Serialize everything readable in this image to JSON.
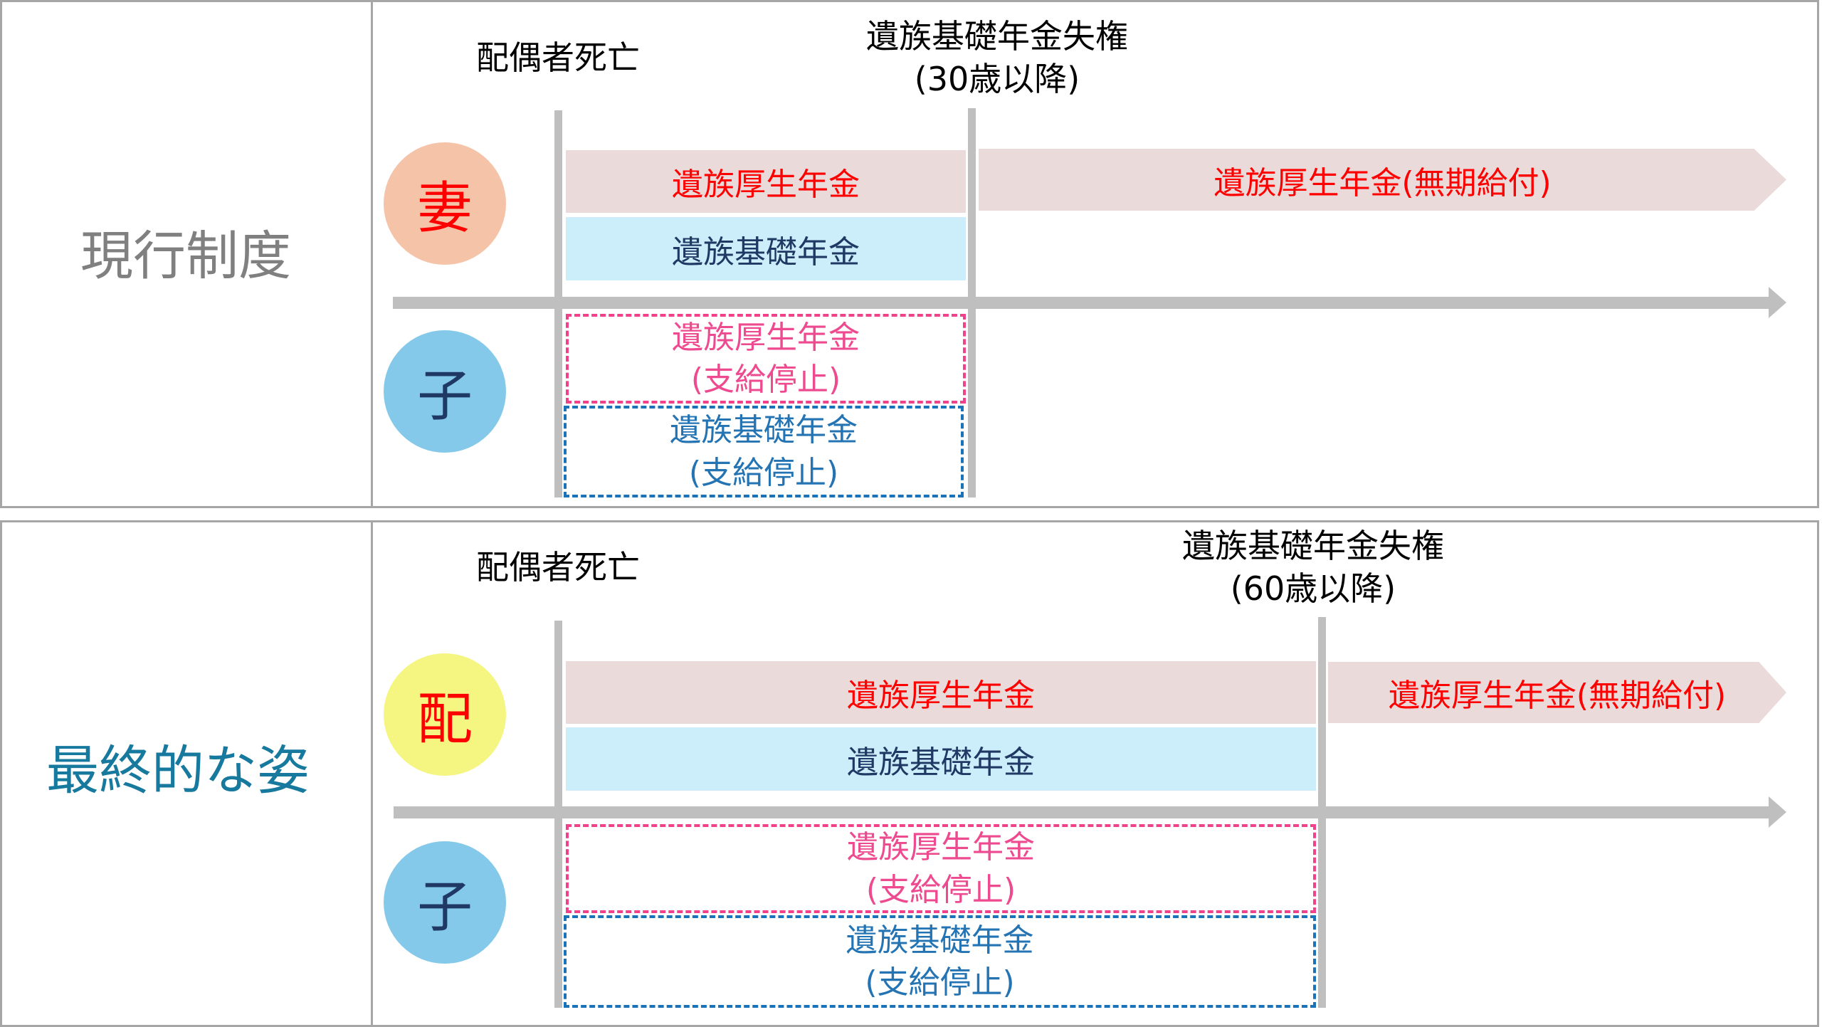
{
  "top": {
    "label": "現行制度",
    "event_death": "配偶者死亡",
    "event_loss_line1": "遺族基礎年金失権",
    "event_loss_line2": "(30歳以降)",
    "person1": "妻",
    "person2": "子",
    "band_kosei": "遺族厚生年金",
    "band_kosei_indef": "遺族厚生年金(無期給付)",
    "band_kiso": "遺族基礎年金",
    "child_kosei_line1": "遺族厚生年金",
    "child_kosei_line2": "(支給停止)",
    "child_kiso_line1": "遺族基礎年金",
    "child_kiso_line2": "(支給停止)"
  },
  "bottom": {
    "label": "最終的な姿",
    "event_death": "配偶者死亡",
    "event_loss_line1": "遺族基礎年金失権",
    "event_loss_line2": "(60歳以降)",
    "person1": "配",
    "person2": "子",
    "band_kosei": "遺族厚生年金",
    "band_kosei_indef": "遺族厚生年金(無期給付)",
    "band_kiso": "遺族基礎年金",
    "child_kosei_line1": "遺族厚生年金",
    "child_kosei_line2": "(支給停止)",
    "child_kiso_line1": "遺族基礎年金",
    "child_kiso_line2": "(支給停止)"
  },
  "colors": {
    "current_label": "#808080",
    "final_label": "#17799e",
    "wife_circle": "#f5c4a8",
    "spouse_circle": "#f5f582",
    "child_circle": "#85c9ea"
  }
}
